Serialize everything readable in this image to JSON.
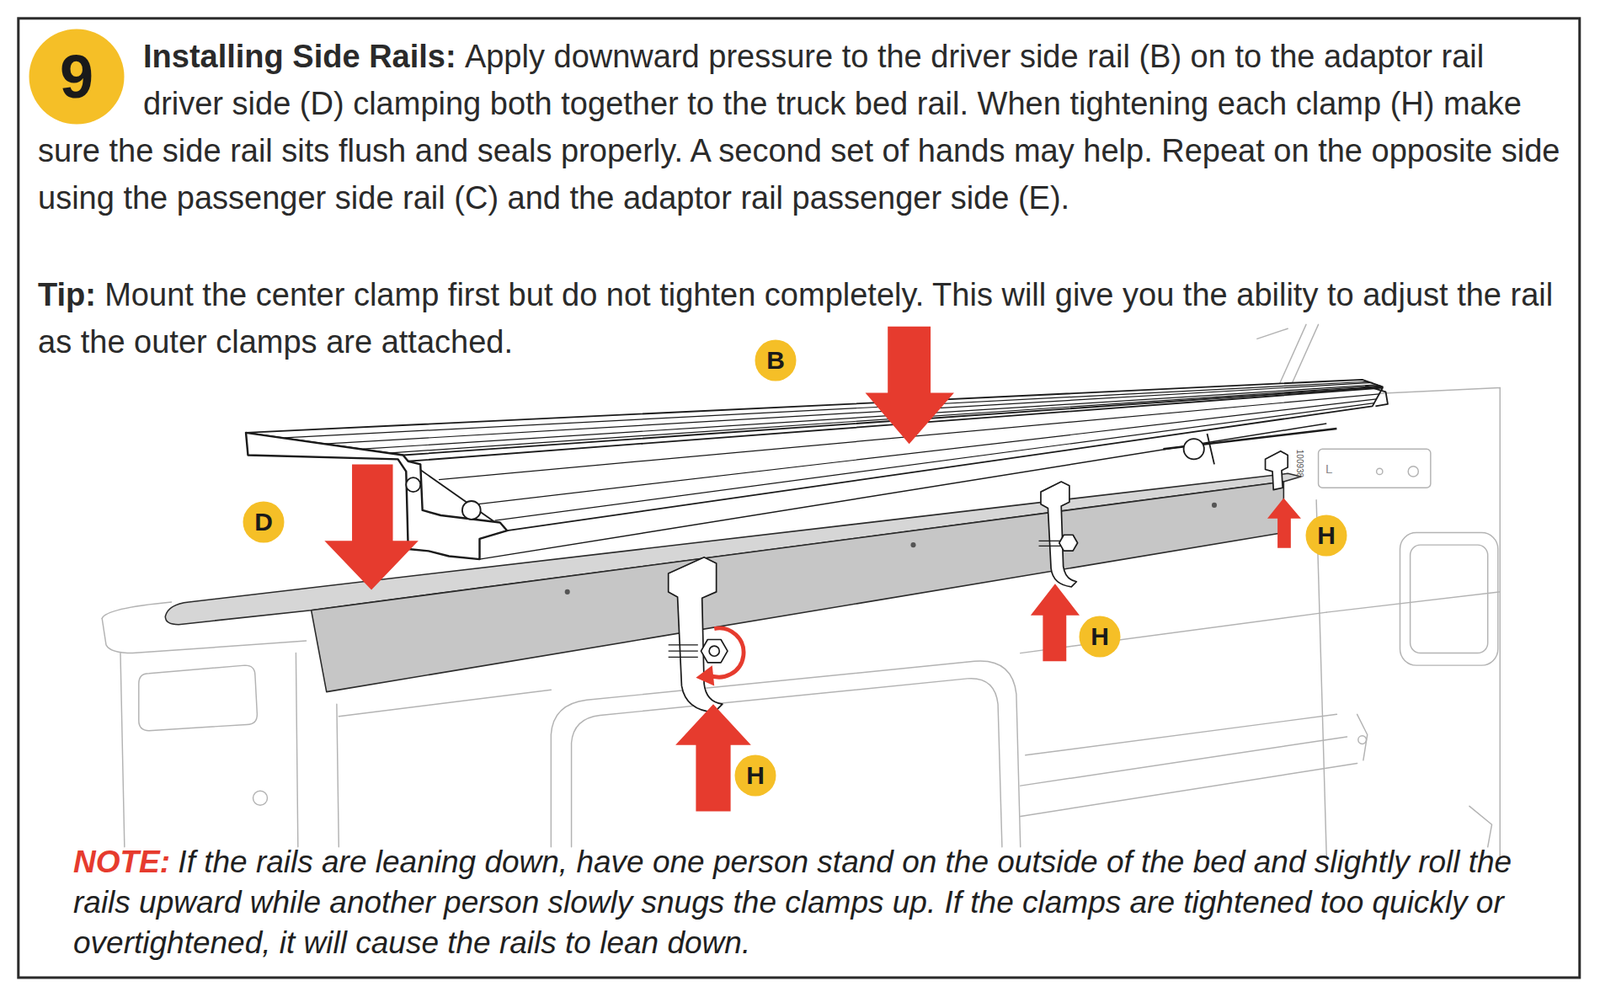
{
  "diagram": {
    "title": "Installing Side Rails:",
    "nodes": [
      {
        "text": [
          "9"
        ]
      },
      {
        "text": [
          "B"
        ]
      },
      {
        "text": [
          "D"
        ]
      },
      {
        "text": [
          "H"
        ]
      },
      {
        "text": [
          "H"
        ]
      },
      {
        "text": [
          "H"
        ]
      }
    ],
    "labels": [
      "Apply downward pressure to the driver side rail (B) on to the adaptor rail driver side (D) clamping both together to the truck bed rail. When tightening each clamp (H) make sure the side rail sits flush and seals properly. A second set of hands may help. Repeat on the opposite side using the passenger side rail (C) and the adaptor rail passenger side (E).",
      "Tip:",
      "Mount the center clamp first but do not tighten completely. This will give you the ability to adjust the rail as the outer clamps are attached.",
      "100938",
      "L",
      "NOTE:",
      "If the rails are leaning down, have one person stand on the outside of the bed and slightly roll the rails upward while another person slowly snugs the clamps up. If the clamps are tightened too quickly or overtightened, it will cause the rails to lean down."
    ]
  }
}
